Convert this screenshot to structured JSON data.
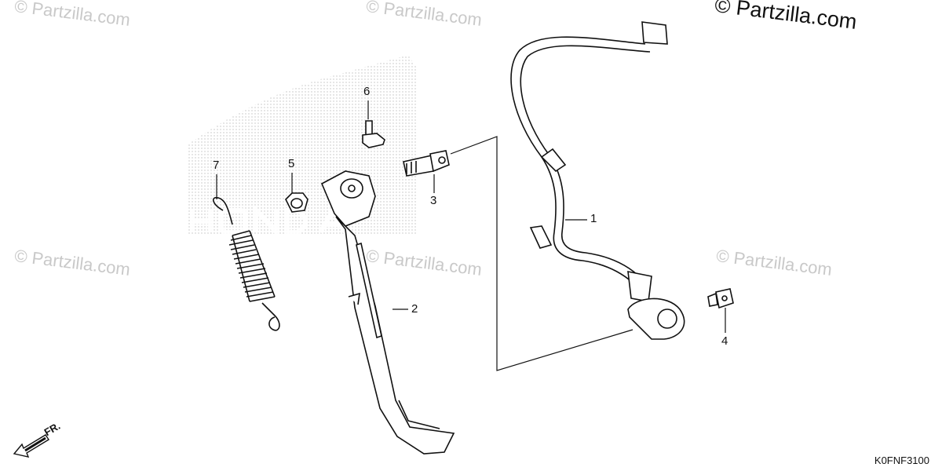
{
  "watermark": {
    "copyright_text": "© Partzilla.com",
    "faint_text": "© Partzilla.com"
  },
  "callouts": {
    "c1": "1",
    "c2": "2",
    "c3": "3",
    "c4": "4",
    "c5": "5",
    "c6": "6",
    "c7": "7"
  },
  "front_indicator": "FR.",
  "diagram_code": "K0FNF3100",
  "colors": {
    "line": "#111111",
    "watermark": "#c9c9c9",
    "stipple": "#9a9a9a"
  }
}
